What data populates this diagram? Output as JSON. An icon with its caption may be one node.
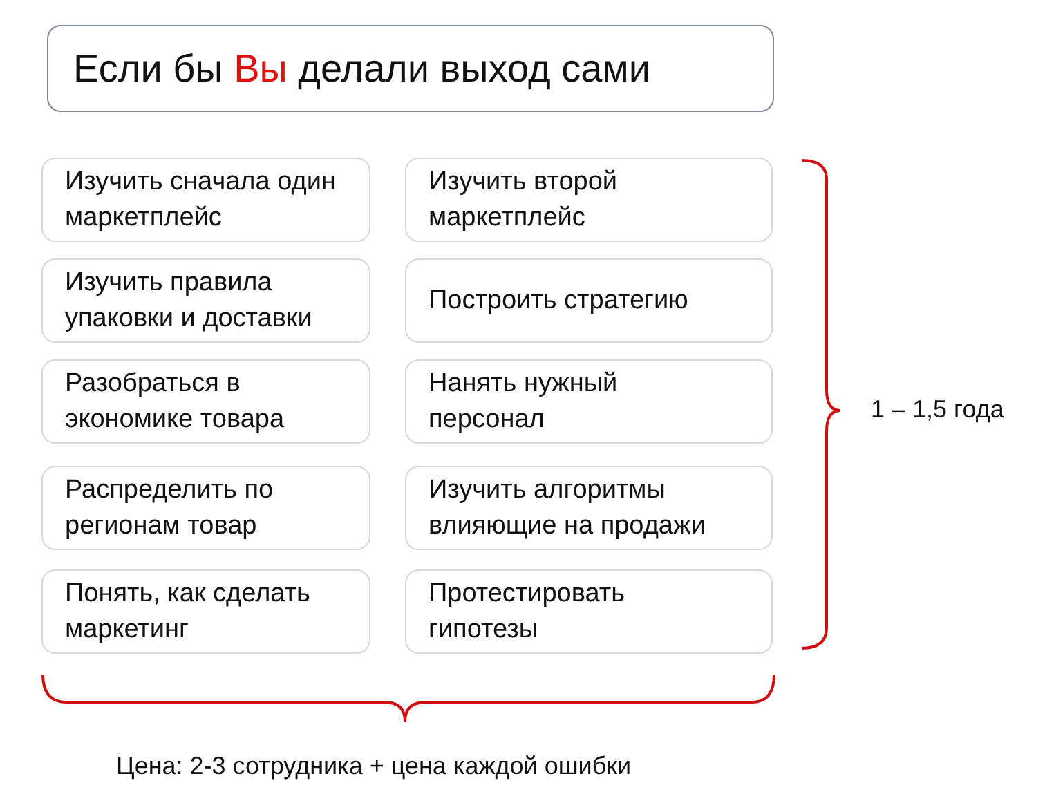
{
  "diagram": {
    "nodes": [
      {
        "text": [
          "Если бы **Вы** делали выход сами"
        ]
      },
      {
        "text": [
          "Изучить сначала один маркетплейс"
        ]
      },
      {
        "text": [
          "Изучить второй маркетплейс"
        ]
      },
      {
        "text": [
          "Изучить правила упаковки и доставки"
        ]
      },
      {
        "text": [
          "Построить стратегию"
        ]
      },
      {
        "text": [
          "Разобраться в экономике товара"
        ]
      },
      {
        "text": [
          "Нанять нужный персонал"
        ]
      },
      {
        "text": [
          "Распределить по регионам товар"
        ]
      },
      {
        "text": [
          "Изучить алгоритмы влияющие на продажи"
        ]
      },
      {
        "text": [
          "Понять, как сделать маркетинг"
        ]
      },
      {
        "text": [
          "Протестировать гипотезы"
        ]
      }
    ],
    "labels": [
      "1 – 1,5 года",
      "Цена: 2-3 сотрудника + цена каждой ошибки"
    ]
  }
}
